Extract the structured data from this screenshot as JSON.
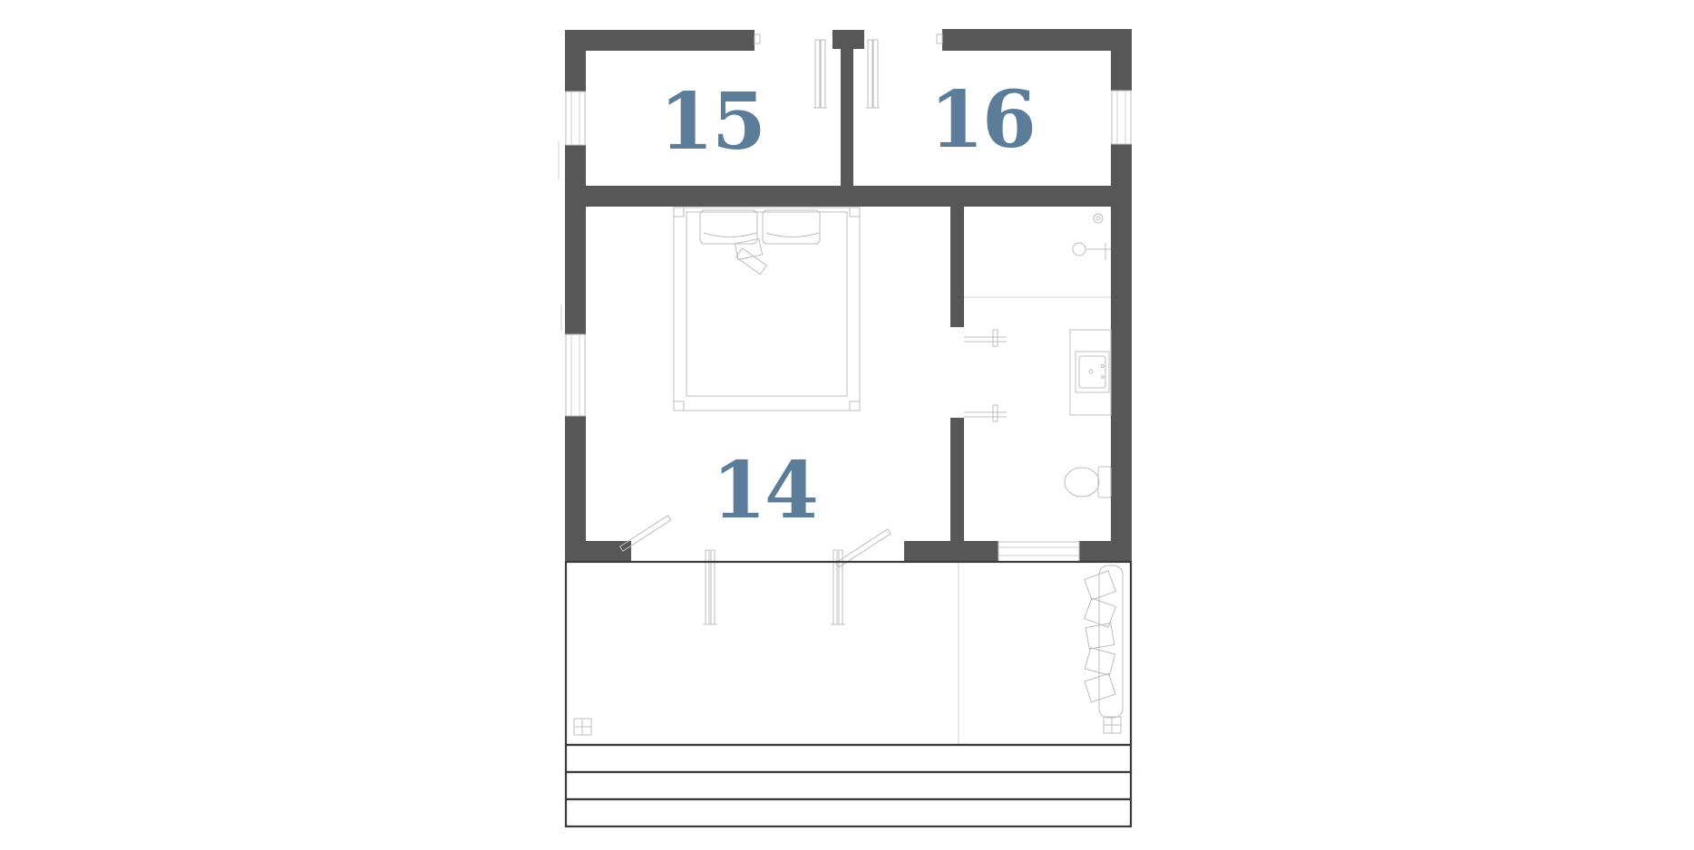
{
  "colors": {
    "wall": "#575757",
    "room_label": "#5b7d9a",
    "fixture_line": "#bdbdbd",
    "outline": "#3a3a3a"
  },
  "rooms": [
    {
      "id": "room-15",
      "label": "15"
    },
    {
      "id": "room-16",
      "label": "16"
    },
    {
      "id": "room-14",
      "label": "14"
    }
  ],
  "icons": {
    "bed": "double-bed-icon",
    "sink": "sink-icon",
    "toilet": "toilet-icon",
    "shower": "shower-icon",
    "daybed": "daybed-icon",
    "door": "door-swing-icon",
    "window": "window-icon",
    "post": "post-icon"
  }
}
